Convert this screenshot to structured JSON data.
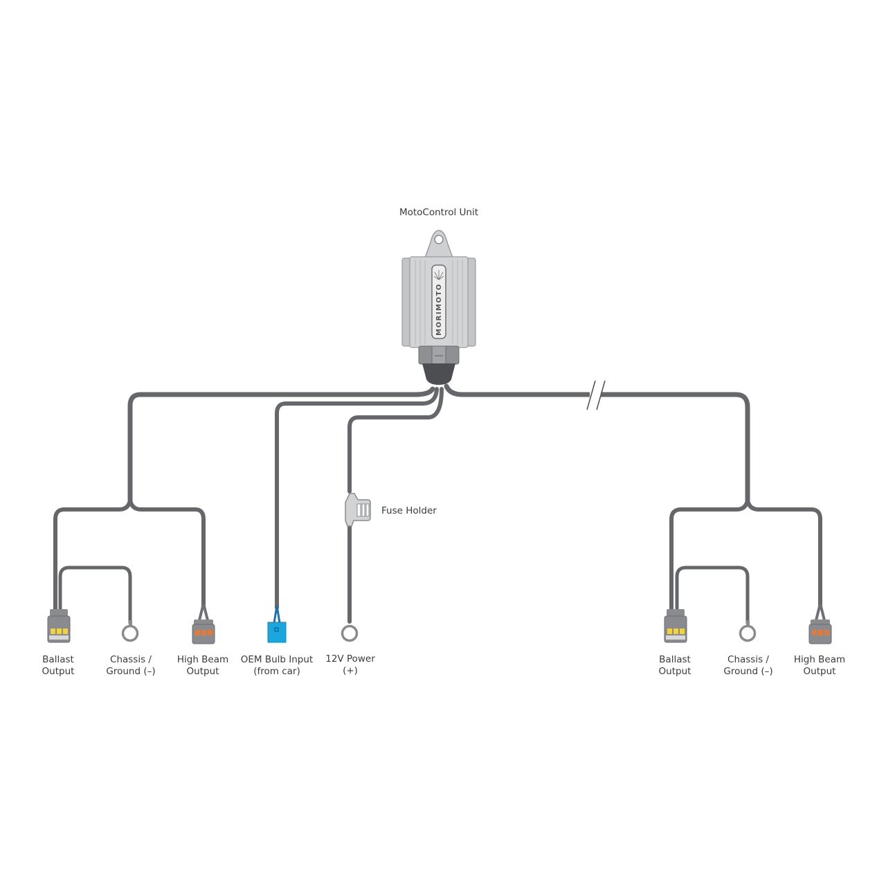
{
  "unit": {
    "title": "MotoControl Unit",
    "brand": "MORIMOTO"
  },
  "fuse": {
    "label": "Fuse Holder"
  },
  "left_group": {
    "ballast": {
      "line1": "Ballast",
      "line2": "Output"
    },
    "chassis": {
      "line1": "Chassis /",
      "line2": "Ground (–)"
    },
    "highbeam": {
      "line1": "High Beam",
      "line2": "Output"
    }
  },
  "oem": {
    "line1": "OEM Bulb Input",
    "line2": "(from car)"
  },
  "power": {
    "line1": "12V Power",
    "line2": "(+)"
  },
  "right_group": {
    "ballast": {
      "line1": "Ballast",
      "line2": "Output"
    },
    "chassis": {
      "line1": "Chassis /",
      "line2": "Ground (–)"
    },
    "highbeam": {
      "line1": "High Beam",
      "line2": "Output"
    }
  },
  "colors": {
    "wire": "#66676b",
    "unit_body": "#c9cacc",
    "connector": "#8a8b8e",
    "oem_connector": "#1aa7e0",
    "ballast_pins": "#f2d43a",
    "highbeam_pins": "#e07b3a"
  }
}
